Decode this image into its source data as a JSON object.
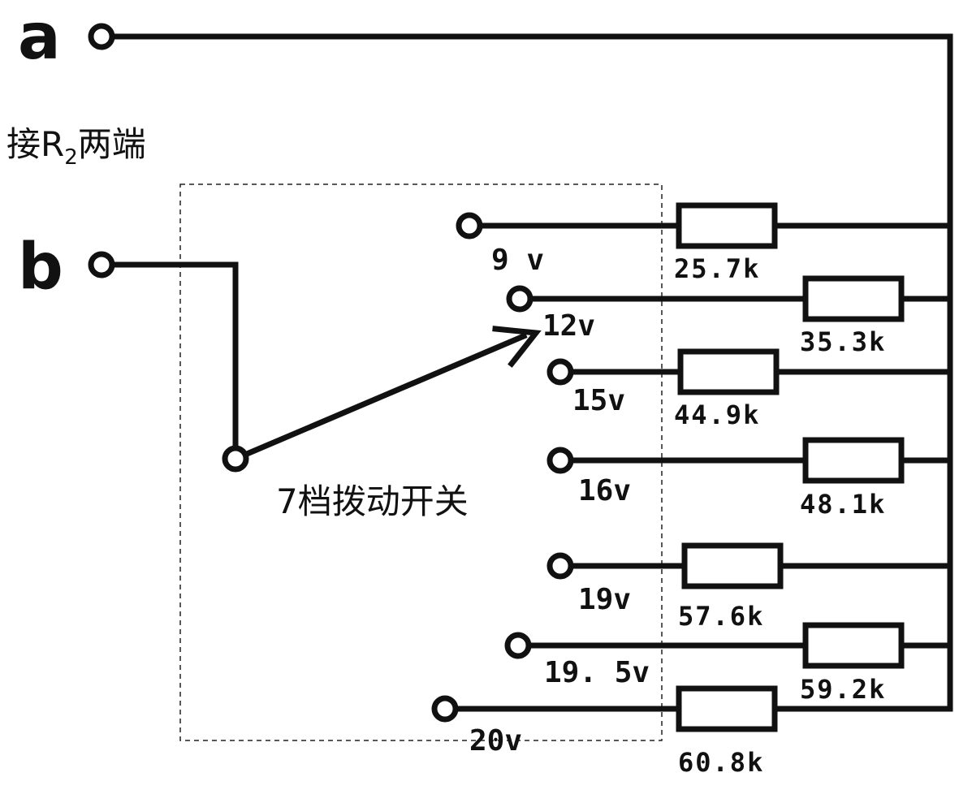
{
  "terminals": {
    "a_label": "a",
    "b_label": "b",
    "note_main": "接R",
    "note_sub": "2",
    "note_end": "两端"
  },
  "switch": {
    "label": "7档拨动开关",
    "selected_position": "12v"
  },
  "taps": [
    {
      "voltage": "9 v",
      "resistance": "25.7k"
    },
    {
      "voltage": "12v",
      "resistance": "35.3k"
    },
    {
      "voltage": "15v",
      "resistance": "44.9k"
    },
    {
      "voltage": "16v",
      "resistance": "48.1k"
    },
    {
      "voltage": "19v",
      "resistance": "57.6k"
    },
    {
      "voltage": "19. 5v",
      "resistance": "59.2k"
    },
    {
      "voltage": "20v",
      "resistance": "60.8k"
    }
  ]
}
